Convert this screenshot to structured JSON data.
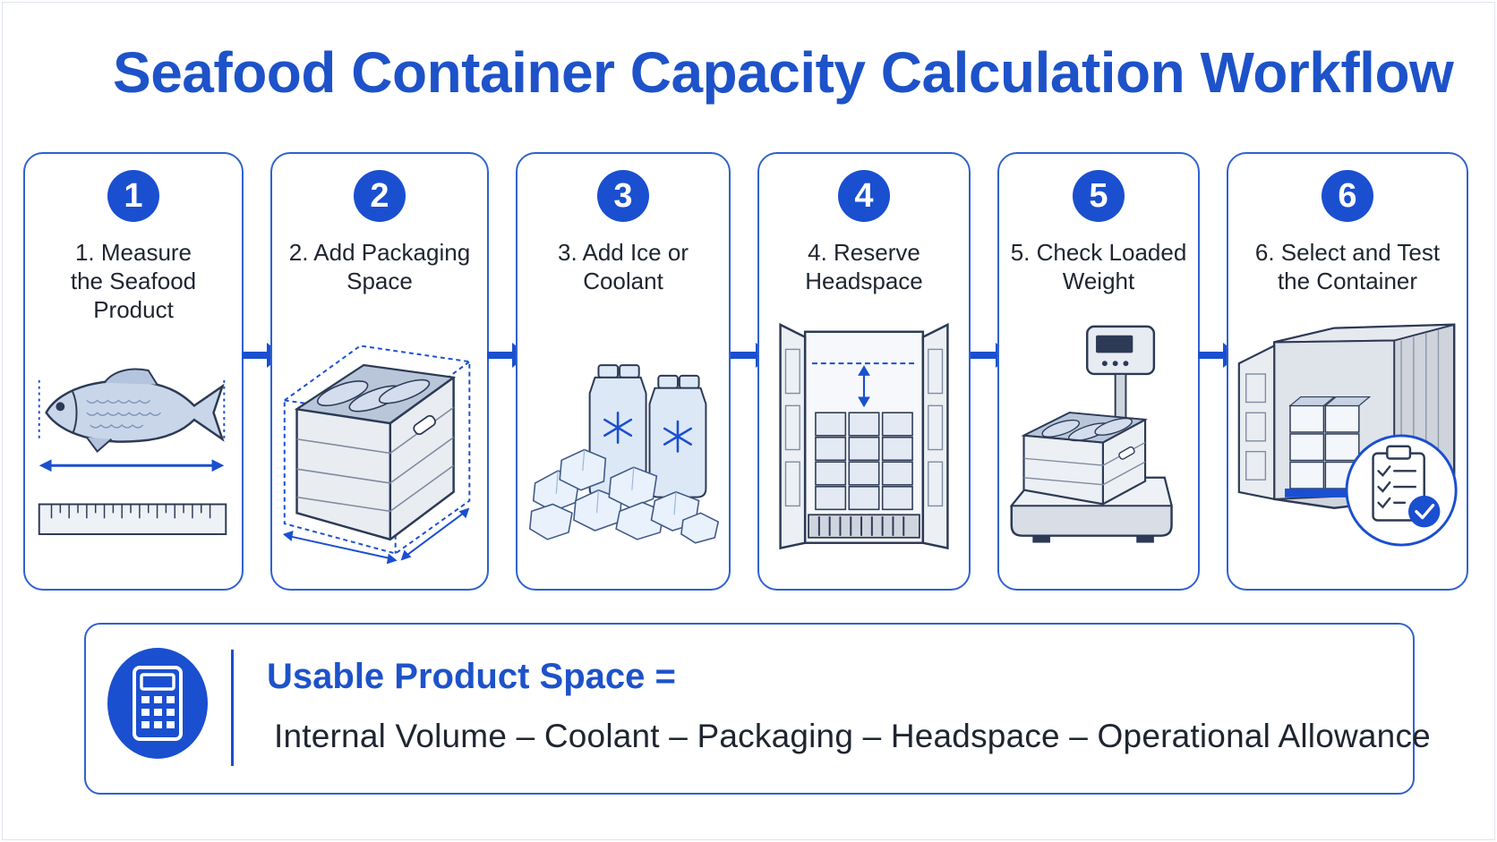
{
  "title": "Seafood Container Capacity Calculation Workflow",
  "steps": [
    {
      "number": "1",
      "label": "1. Measure the Seafood Product"
    },
    {
      "number": "2",
      "label": "2. Add Packaging Space"
    },
    {
      "number": "3",
      "label": "3. Add Ice or Coolant"
    },
    {
      "number": "4",
      "label": "4. Reserve Headspace"
    },
    {
      "number": "5",
      "label": "5. Check Loaded Weight"
    },
    {
      "number": "6",
      "label": "6. Select and Test the Container"
    }
  ],
  "formula": {
    "heading": "Usable Product Space =",
    "expression": "Internal Volume – Coolant – Packaging – Headspace – Operational Allowance"
  },
  "colors": {
    "accent": "#1a4fd0",
    "border": "#2f62cf",
    "text": "#1f2530"
  },
  "icons": [
    "fish-icon",
    "ruler-icon",
    "crate-icon",
    "ice-pack-icon",
    "cabinet-icon",
    "scale-icon",
    "shipping-container-icon",
    "checklist-icon",
    "calculator-icon",
    "arrow-right-icon"
  ]
}
